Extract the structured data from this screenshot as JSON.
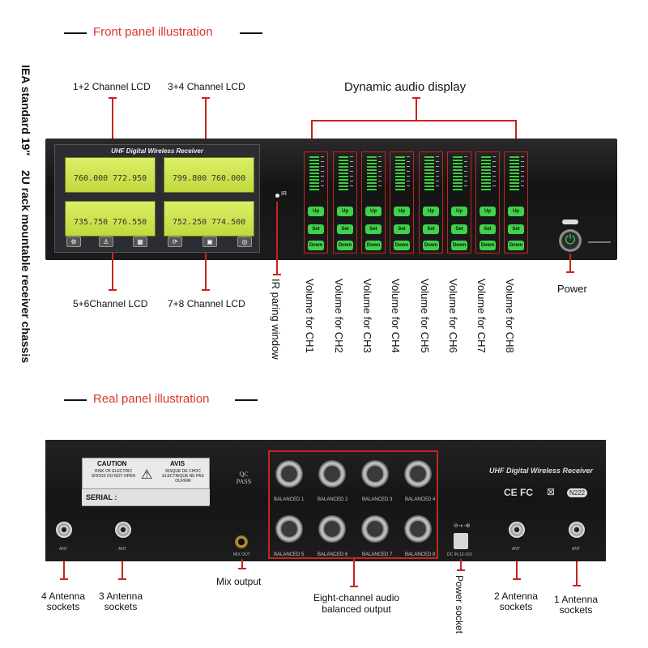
{
  "front": {
    "title": "Front panel illustration",
    "side_label_1": "IEA standard 19″",
    "side_label_2": "2U rack mountable receiver chassis",
    "lcd_title": "UHF Digital Wireless Receiver",
    "labels": {
      "lcd_12": "1+2 Channel LCD",
      "lcd_34": "3+4 Channel LCD",
      "lcd_56": "5+6Channel LCD",
      "lcd_78": "7+8 Channel LCD",
      "dynamic": "Dynamic audio display",
      "ir": "IR paring window",
      "ir_mark": "IR",
      "power": "Power"
    },
    "lcd_values": [
      [
        "760.000",
        "772.950"
      ],
      [
        "799.800",
        "760.000"
      ],
      [
        "735.750",
        "776.550"
      ],
      [
        "752.250",
        "774.500"
      ]
    ],
    "channel_buttons": {
      "up": "Up",
      "set": "Set",
      "down": "Down"
    },
    "volume_labels": [
      "Volume for CH1",
      "Volume for CH2",
      "Volume for CH3",
      "Volume for CH4",
      "Volume for CH5",
      "Volume for CH6",
      "Volume for CH7",
      "Volume for CH8"
    ]
  },
  "rear": {
    "title": "Real panel illustration",
    "caution": "CAUTION",
    "avis": "AVIS",
    "caution_text": "RISK OF ELECTRIC SHOCK DO NOT OPEN",
    "avis_text": "RISQUE DE CHOC ELECTRIQUE NE PAS OUVRIR",
    "serial": "SERIAL :",
    "qc": "QC",
    "pass": "PASS",
    "brand": "UHF Digital Wireless Receiver",
    "certs": "CE FC",
    "cert_code": "N222",
    "balanced_labels": [
      "BALANCED 1",
      "BALANCED 2",
      "BALANCED 3",
      "BALANCED 4",
      "BALANCED 5",
      "BALANCED 6",
      "BALANCED 7",
      "BALANCED 8"
    ],
    "ant": "ANT",
    "mix_small": "MIX OUT",
    "dc_small": "DC IN 12-16V",
    "labels": {
      "ant4": "4 Antenna sockets",
      "ant3": "3 Antenna sockets",
      "mix": "Mix output",
      "balanced": "Eight-channel audio balanced output",
      "power_socket": "Power socket",
      "ant2": "2 Antenna sockets",
      "ant1": "1 Antenna sockets"
    }
  },
  "colors": {
    "accent": "#d8362c",
    "lcd": "#cfe34f",
    "button": "#3fd24a",
    "chassis": "#1a1a1a"
  }
}
